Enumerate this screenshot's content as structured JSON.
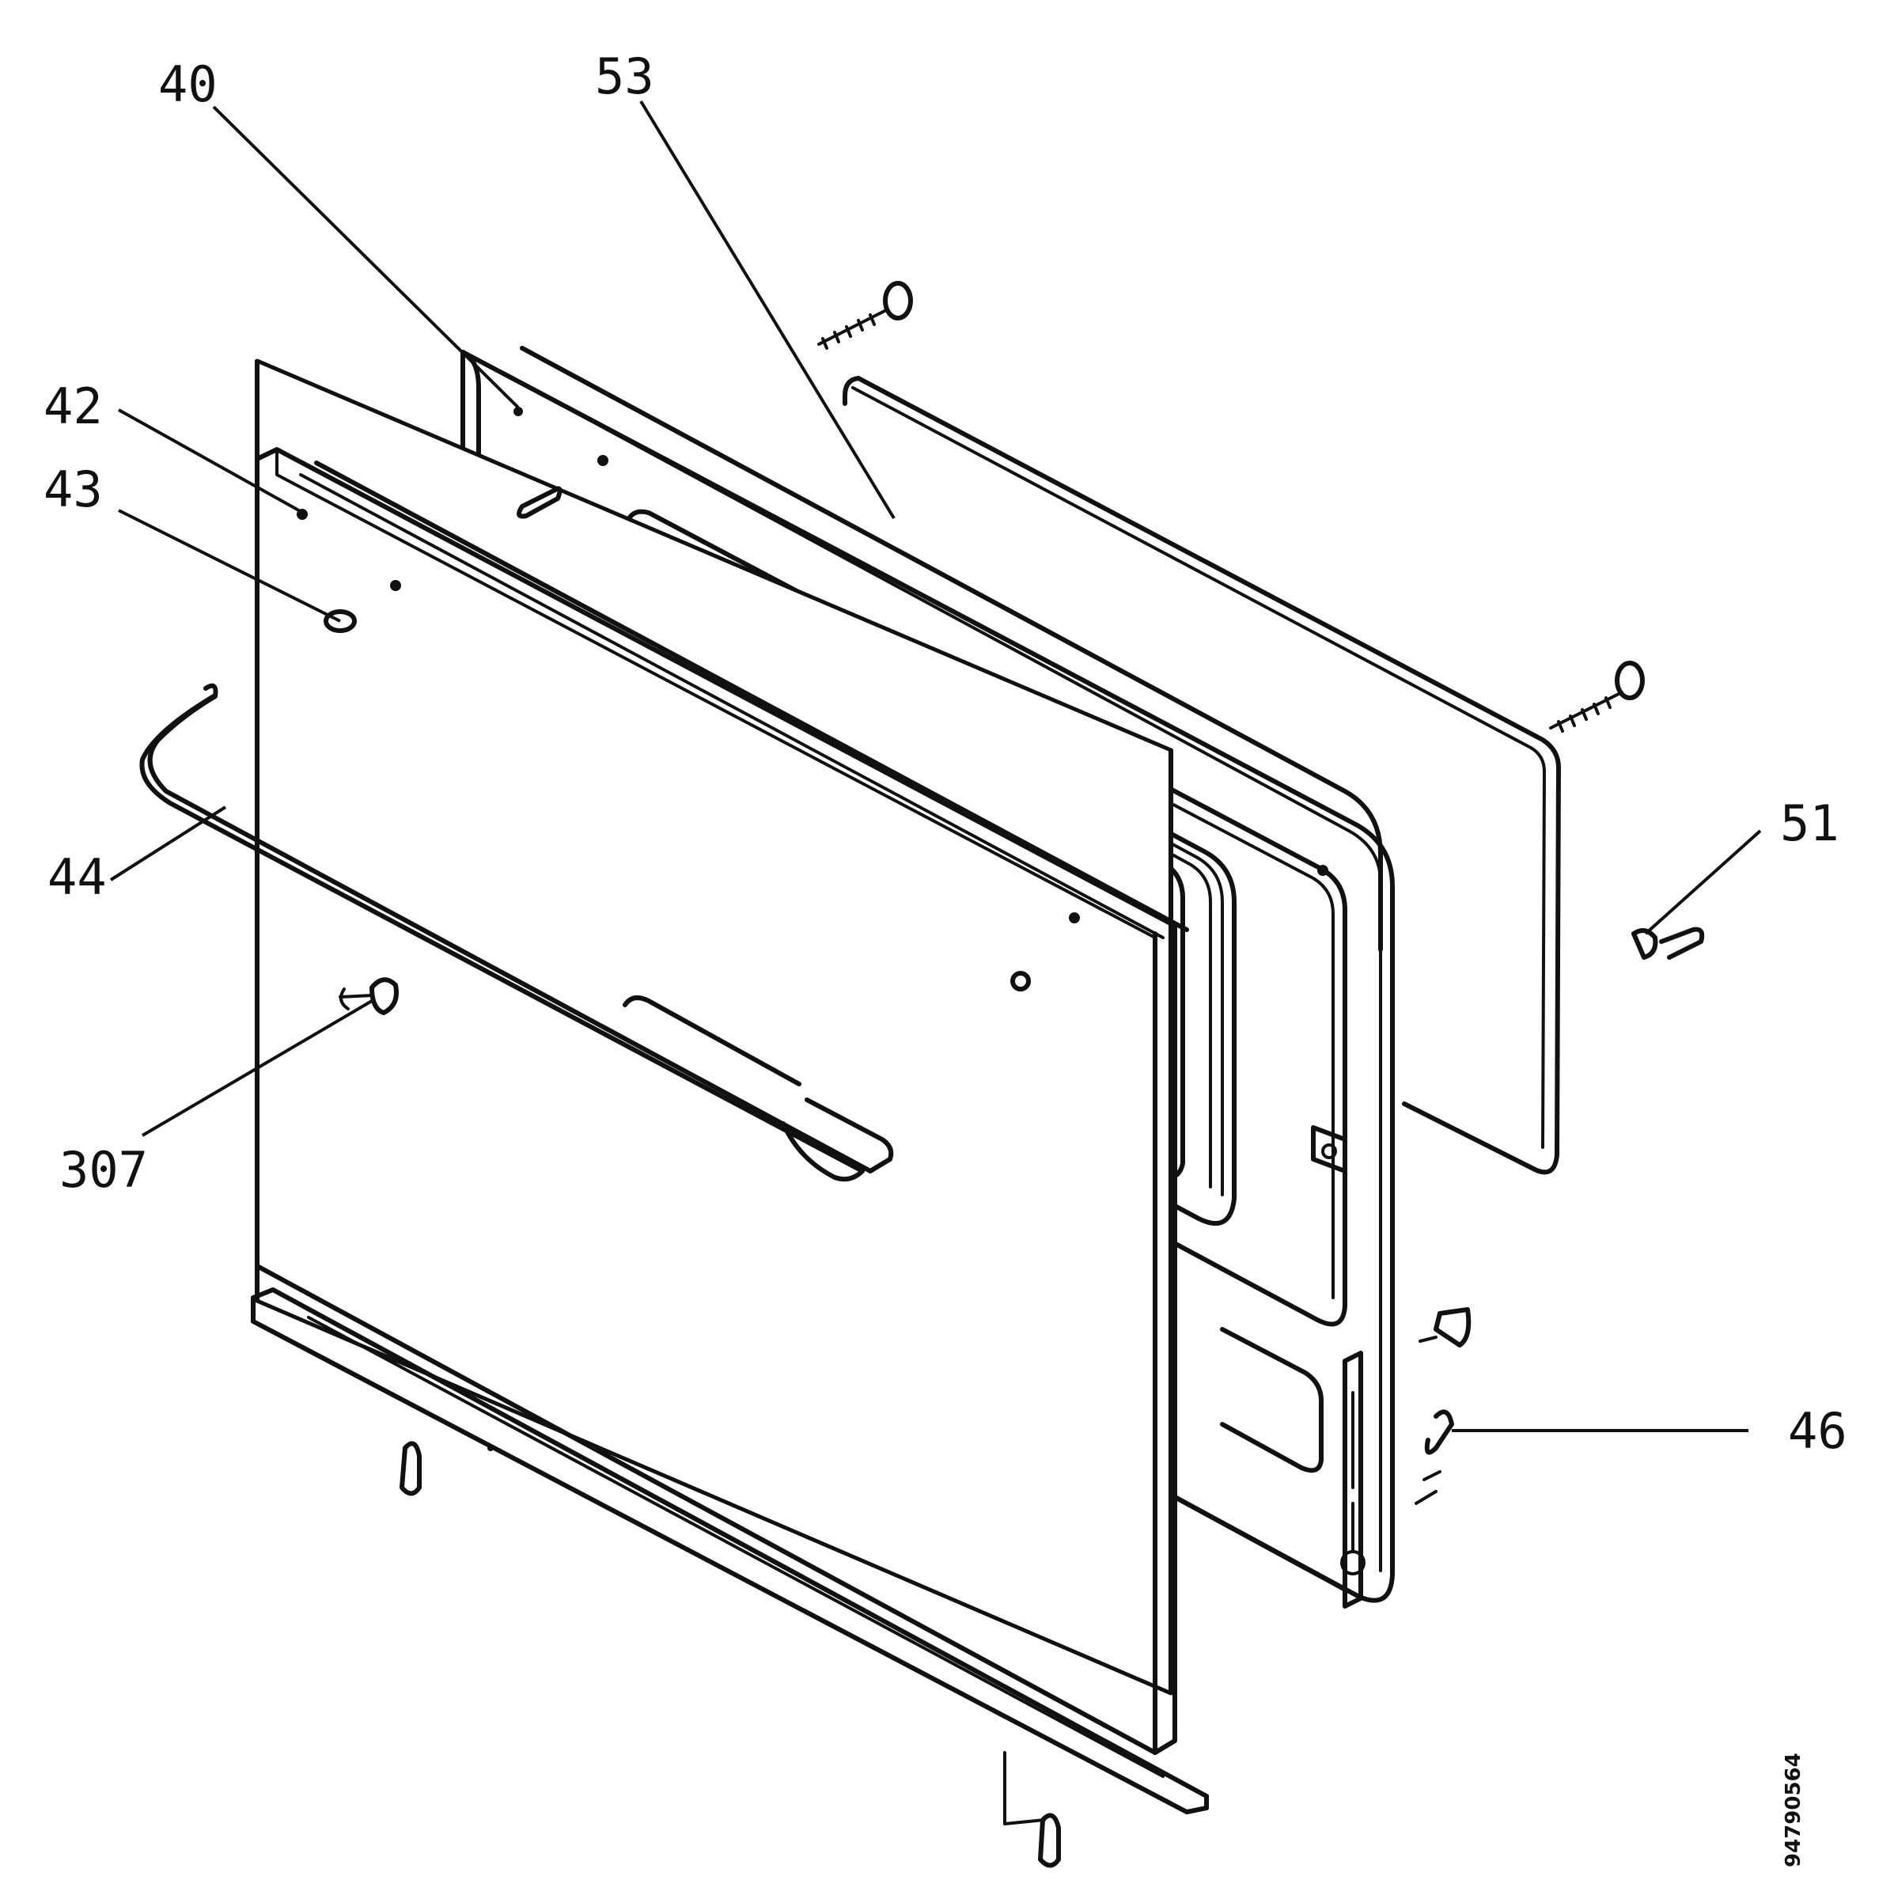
{
  "diagram": {
    "callouts": [
      "40",
      "53",
      "42",
      "43",
      "44",
      "51",
      "307",
      "46"
    ],
    "document_number": "94790564"
  }
}
